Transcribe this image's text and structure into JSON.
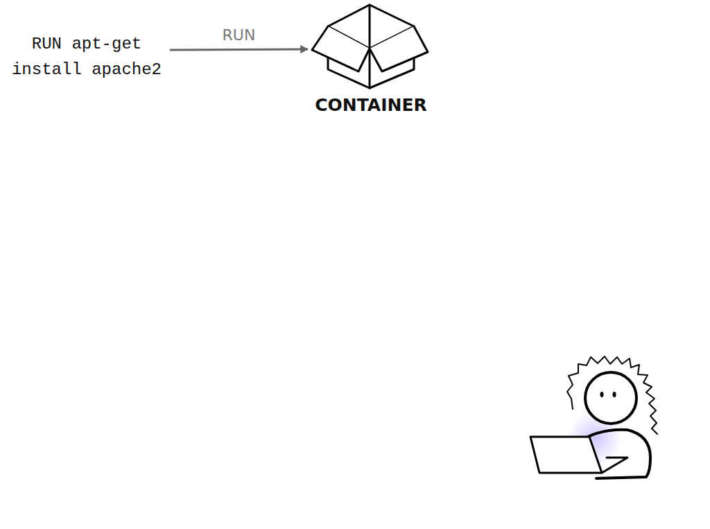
{
  "diagram": {
    "nodes": [
      {
        "text": [
          "RUN apt-get install apache2"
        ]
      },
      {
        "text": [
          "CONTAINER"
        ]
      }
    ],
    "edges": [
      {
        "from": 0,
        "to": 1,
        "arrow": "to",
        "label": "RUN"
      }
    ]
  }
}
